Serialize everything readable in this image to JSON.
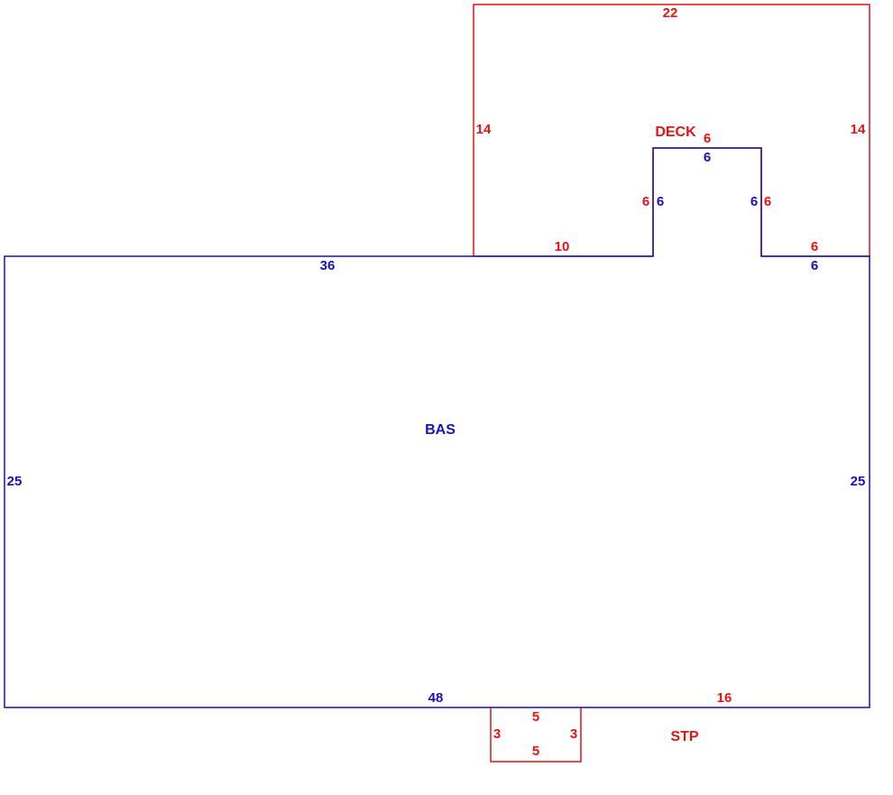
{
  "colors": {
    "bas": "#1a10b8",
    "deck": "#e01414",
    "stp": "#e01414"
  },
  "areas": {
    "bas": {
      "name": "BAS",
      "dims": {
        "top": "36",
        "left": "25",
        "right": "25",
        "bottom": "48",
        "notch_top": "6",
        "notch_left": "6",
        "notch_right": "6",
        "right_step": "6"
      }
    },
    "deck": {
      "name": "DECK",
      "dims": {
        "top": "22",
        "left": "14",
        "right": "14",
        "bottom_left": "10",
        "notch_top": "6",
        "notch_left": "6",
        "notch_right": "6",
        "bottom_right": "6",
        "bottom_shared": "16"
      }
    },
    "stp": {
      "name": "STP",
      "dims": {
        "top": "5",
        "bottom": "5",
        "left": "3",
        "right": "3"
      }
    }
  }
}
